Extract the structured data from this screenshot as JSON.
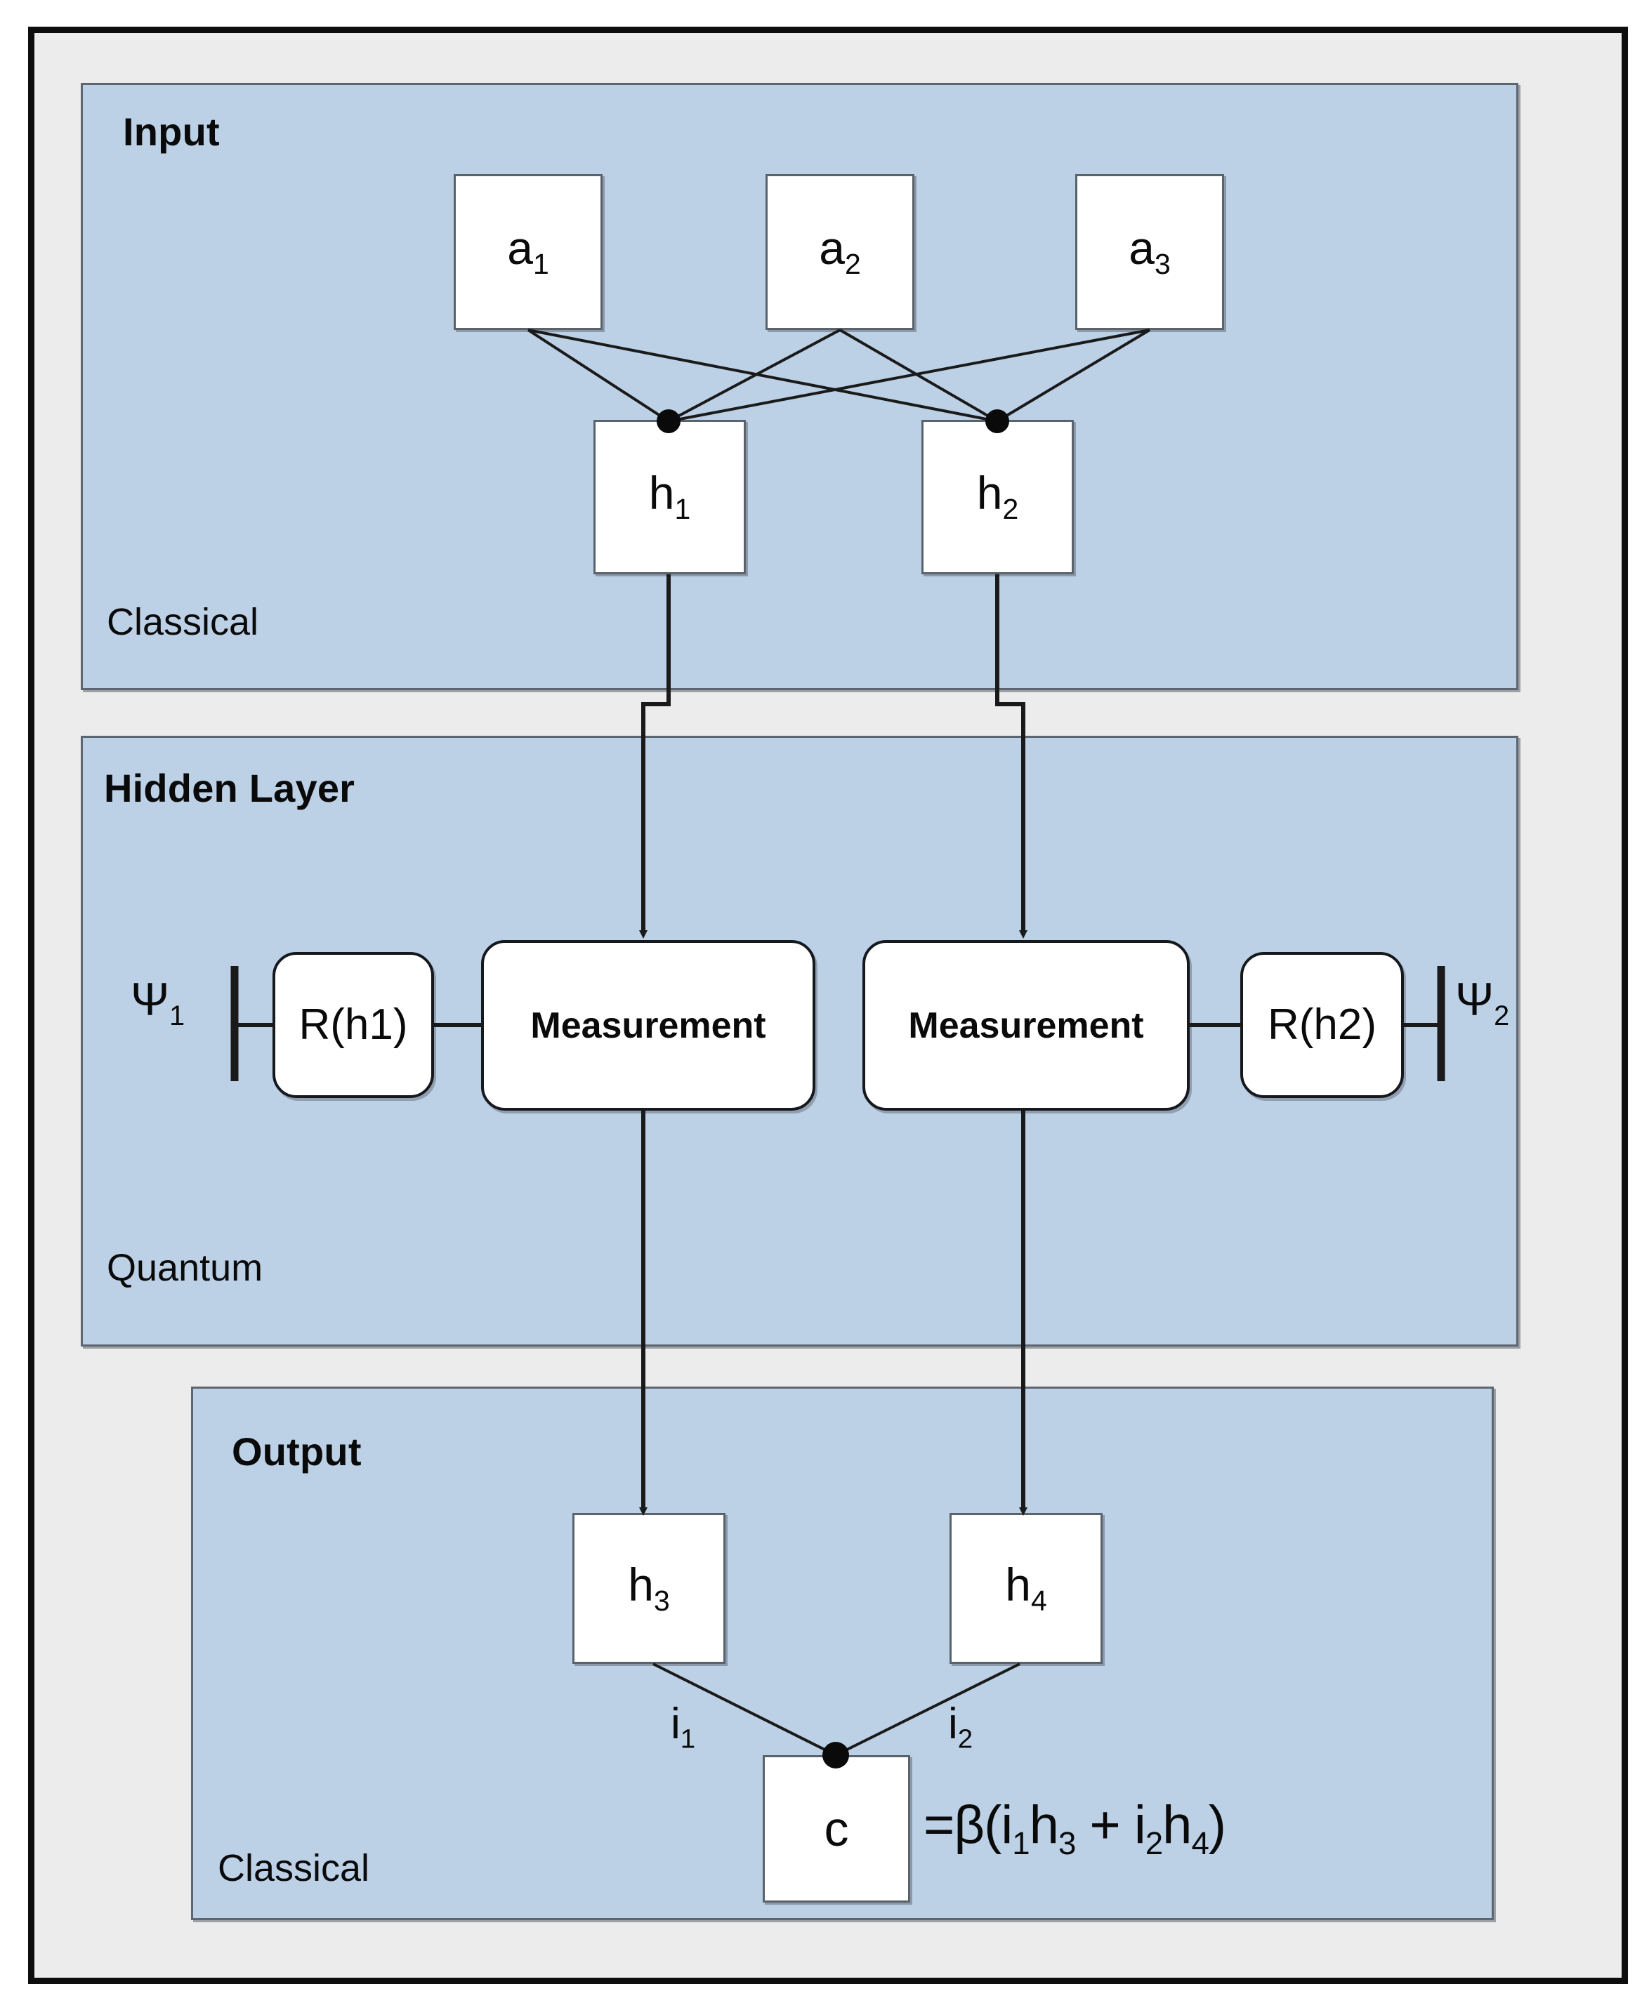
{
  "figure": {
    "panels": [
      {
        "id": "input",
        "title": "Input",
        "sublabel": "Classical"
      },
      {
        "id": "hidden",
        "title": "Hidden Layer",
        "sublabel": "Quantum"
      },
      {
        "id": "output",
        "title": "Output",
        "sublabel": "Classical"
      }
    ],
    "colors": {
      "panel_fill": "#bcd0e6",
      "panel_border": "#5d6670",
      "page_fill": "#ececec",
      "outer_border": "#0d0d0d",
      "node_fill": "#ffffff",
      "node_border": "#5a626c",
      "gate_border": "#15181c",
      "wire": "#1a1a1a",
      "text": "#0a0a0a"
    }
  },
  "input_layer": {
    "nodes": [
      {
        "name": "a",
        "sub": "1"
      },
      {
        "name": "a",
        "sub": "2"
      },
      {
        "name": "a",
        "sub": "3"
      }
    ]
  },
  "classical_hidden_nodes": [
    {
      "name": "h",
      "sub": "1"
    },
    {
      "name": "h",
      "sub": "2"
    }
  ],
  "quantum_layer": {
    "left_state": {
      "name": "Ψ",
      "sub": "1"
    },
    "right_state": {
      "name": "Ψ",
      "sub": "2"
    },
    "gates": [
      {
        "id": "rot-left",
        "label": "R(h1)",
        "kind": "rotation"
      },
      {
        "id": "meas-left",
        "label": "Measurement",
        "kind": "measurement"
      },
      {
        "id": "meas-right",
        "label": "Measurement",
        "kind": "measurement"
      },
      {
        "id": "rot-right",
        "label": "R(h2)",
        "kind": "rotation"
      }
    ]
  },
  "output_layer": {
    "nodes": [
      {
        "name": "h",
        "sub": "3"
      },
      {
        "name": "h",
        "sub": "4"
      }
    ],
    "edge_labels": [
      {
        "name": "i",
        "sub": "1"
      },
      {
        "name": "i",
        "sub": "2"
      }
    ],
    "result_node": {
      "name": "c"
    },
    "formula": {
      "text": "=β(i₁h₃ + i₂h₄)",
      "parts": [
        {
          "t": "=β(i",
          "sub": false
        },
        {
          "t": "1",
          "sub": true
        },
        {
          "t": "h",
          "sub": false
        },
        {
          "t": "3",
          "sub": true
        },
        {
          "t": " + i",
          "sub": false
        },
        {
          "t": "2",
          "sub": true
        },
        {
          "t": "h",
          "sub": false
        },
        {
          "t": "4",
          "sub": true
        },
        {
          "t": ")",
          "sub": false
        }
      ]
    }
  }
}
